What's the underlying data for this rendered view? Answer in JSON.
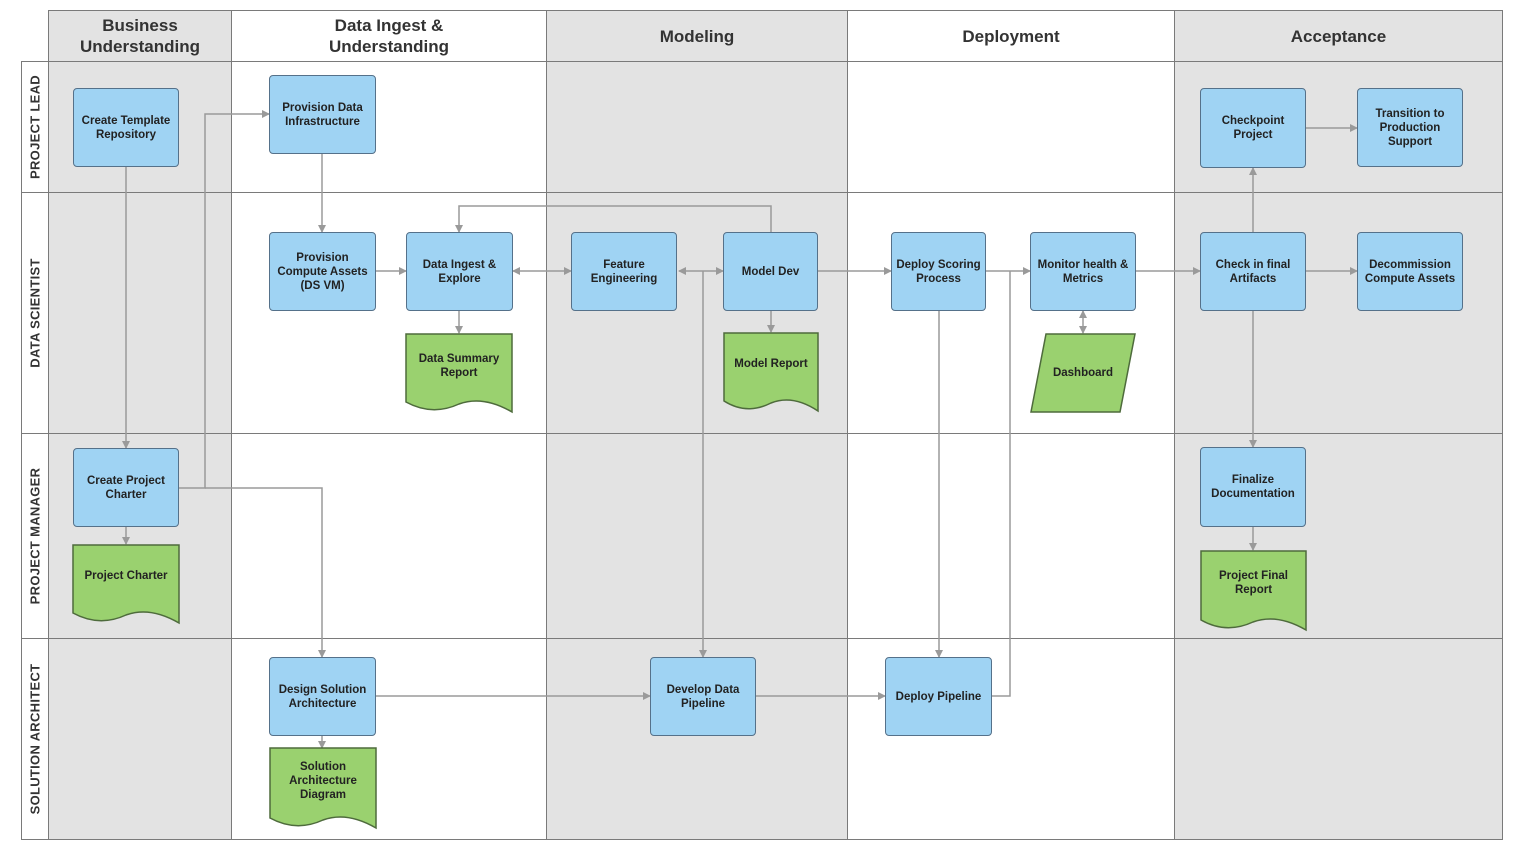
{
  "columns": [
    {
      "id": "bu",
      "title": "Business\nUnderstanding"
    },
    {
      "id": "di",
      "title": "Data Ingest &\nUnderstanding"
    },
    {
      "id": "mo",
      "title": "Modeling"
    },
    {
      "id": "de",
      "title": "Deployment"
    },
    {
      "id": "ac",
      "title": "Acceptance"
    }
  ],
  "lanes": [
    {
      "id": "pl",
      "title": "PROJECT LEAD"
    },
    {
      "id": "ds",
      "title": "DATA SCIENTIST"
    },
    {
      "id": "pm",
      "title": "PROJECT MANAGER"
    },
    {
      "id": "sa",
      "title": "SOLUTION ARCHITECT"
    }
  ],
  "shapes": {
    "create_template_repository": {
      "label": "Create Template\nRepository"
    },
    "provision_data_infrastructure": {
      "label": "Provision Data\nInfrastructure"
    },
    "checkpoint_project": {
      "label": "Checkpoint\nProject"
    },
    "transition_to_production_support": {
      "label": "Transition to\nProduction\nSupport"
    },
    "provision_compute_assets": {
      "label": "Provision\nCompute Assets\n(DS VM)"
    },
    "data_ingest_explore": {
      "label": "Data Ingest &\nExplore"
    },
    "feature_engineering": {
      "label": "Feature\nEngineering"
    },
    "model_dev": {
      "label": "Model Dev"
    },
    "deploy_scoring_process": {
      "label": "Deploy Scoring\nProcess"
    },
    "monitor_health_metrics": {
      "label": "Monitor health &\nMetrics"
    },
    "check_in_final_artifacts": {
      "label": "Check in final\nArtifacts"
    },
    "decommission_compute_assets": {
      "label": "Decommission\nCompute Assets"
    },
    "data_summary_report": {
      "label": "Data Summary\nReport"
    },
    "model_report": {
      "label": "Model Report"
    },
    "dashboard": {
      "label": "Dashboard"
    },
    "create_project_charter": {
      "label": "Create Project\nCharter"
    },
    "project_charter": {
      "label": "Project Charter"
    },
    "finalize_documentation": {
      "label": "Finalize\nDocumentation"
    },
    "project_final_report": {
      "label": "Project Final\nReport"
    },
    "design_solution_architecture": {
      "label": "Design Solution\nArchitecture"
    },
    "develop_data_pipeline": {
      "label": "Develop Data\nPipeline"
    },
    "deploy_pipeline": {
      "label": "Deploy Pipeline"
    },
    "solution_architecture_diagram": {
      "label": "Solution\nArchitecture\nDiagram"
    }
  },
  "colors": {
    "process_fill": "#9fd3f3",
    "process_border": "#55718a",
    "document_fill": "#9ad16f",
    "document_border": "#4e6b3c",
    "lane_gray": "#e3e3e3",
    "grid_line": "#7a7a7a",
    "connector": "#9a9a9a"
  }
}
